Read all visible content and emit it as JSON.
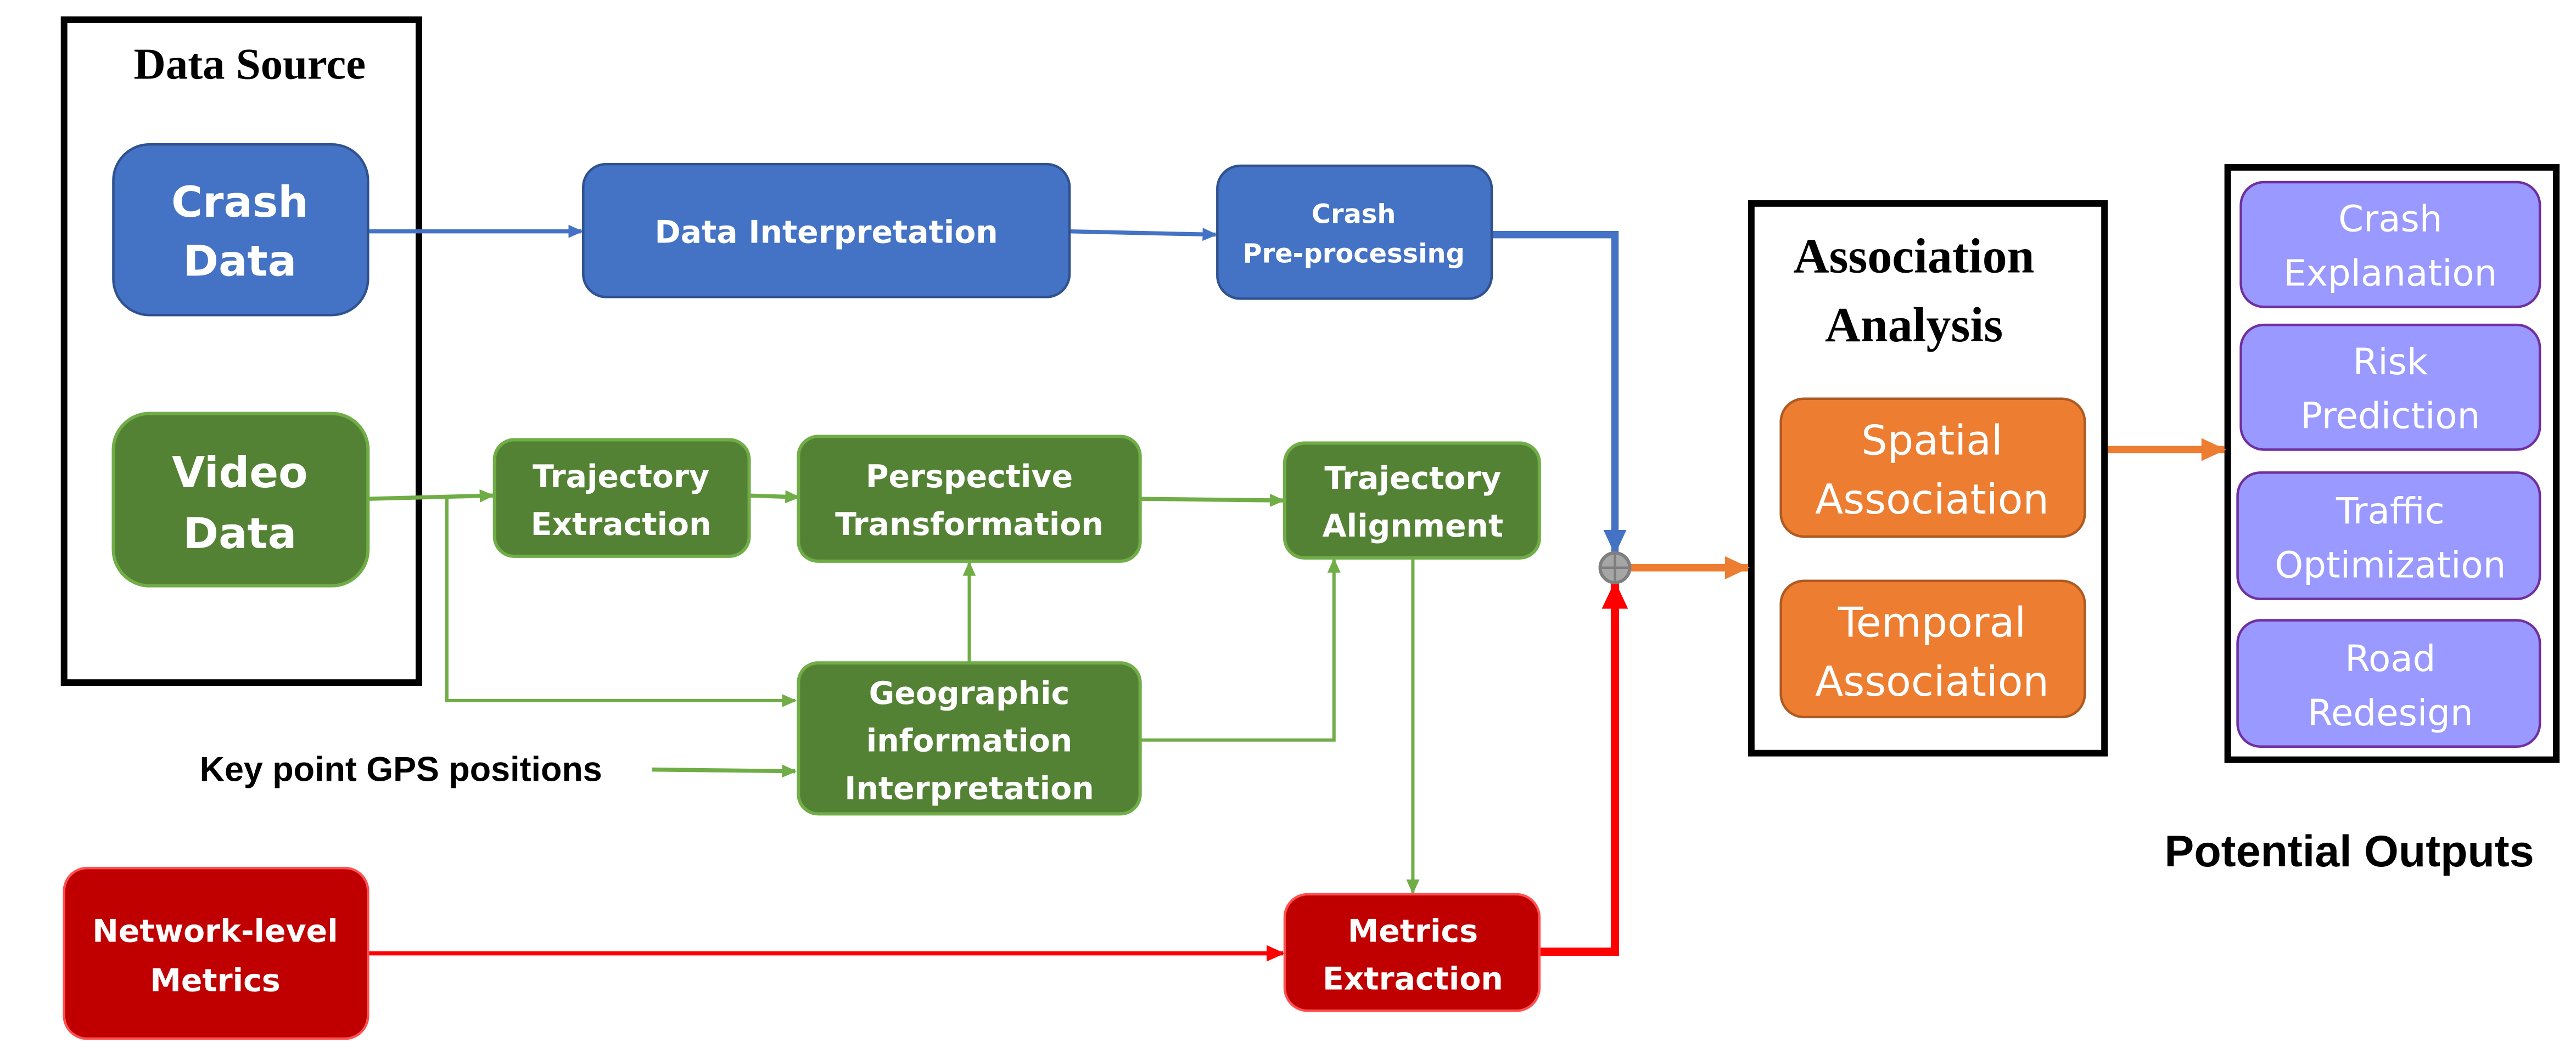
{
  "colors": {
    "blue": "#4472C4",
    "blue_border": "#2F528F",
    "green": "#548235",
    "green_border": "#70AD47",
    "red": "#C00000",
    "red_border": "#FF5050",
    "red_line": "#FF0000",
    "orange": "#ED7D31",
    "orange_border": "#AE5A21",
    "purple": "#9999FF",
    "purple_border": "#7030A0",
    "junction": "#A6A6A6"
  },
  "groups": {
    "data_source": {
      "title": "Data Source"
    },
    "association_analysis": {
      "title_line1": "Association",
      "title_line2": "Analysis"
    },
    "potential_outputs": {
      "title": "Potential Outputs"
    }
  },
  "nodes": {
    "crash_data": {
      "line1": "Crash",
      "line2": "Data"
    },
    "video_data": {
      "line1": "Video",
      "line2": "Data"
    },
    "data_interpretation": {
      "line1": "Data Interpretation"
    },
    "crash_preprocessing": {
      "line1": "Crash",
      "line2": "Pre-processing"
    },
    "trajectory_extraction": {
      "line1": "Trajectory",
      "line2": "Extraction"
    },
    "perspective_transformation": {
      "line1": "Perspective",
      "line2": "Transformation"
    },
    "trajectory_alignment": {
      "line1": "Trajectory",
      "line2": "Alignment"
    },
    "geographic_information": {
      "line1": "Geographic",
      "line2": "information",
      "line3": "Interpretation"
    },
    "key_point_gps": {
      "label": "Key point GPS positions"
    },
    "network_metrics": {
      "line1": "Network-level",
      "line2": "Metrics"
    },
    "metrics_extraction": {
      "line1": "Metrics",
      "line2": "Extraction"
    },
    "spatial_association": {
      "line1": "Spatial",
      "line2": "Association"
    },
    "temporal_association": {
      "line1": "Temporal",
      "line2": "Association"
    }
  },
  "outputs": [
    {
      "line1": "Crash",
      "line2": "Explanation"
    },
    {
      "line1": "Risk",
      "line2": "Prediction"
    },
    {
      "line1": "Traffic",
      "line2": "Optimization"
    },
    {
      "line1": "Road",
      "line2": "Redesign"
    }
  ],
  "junction": {
    "symbol": "sum-junction"
  }
}
